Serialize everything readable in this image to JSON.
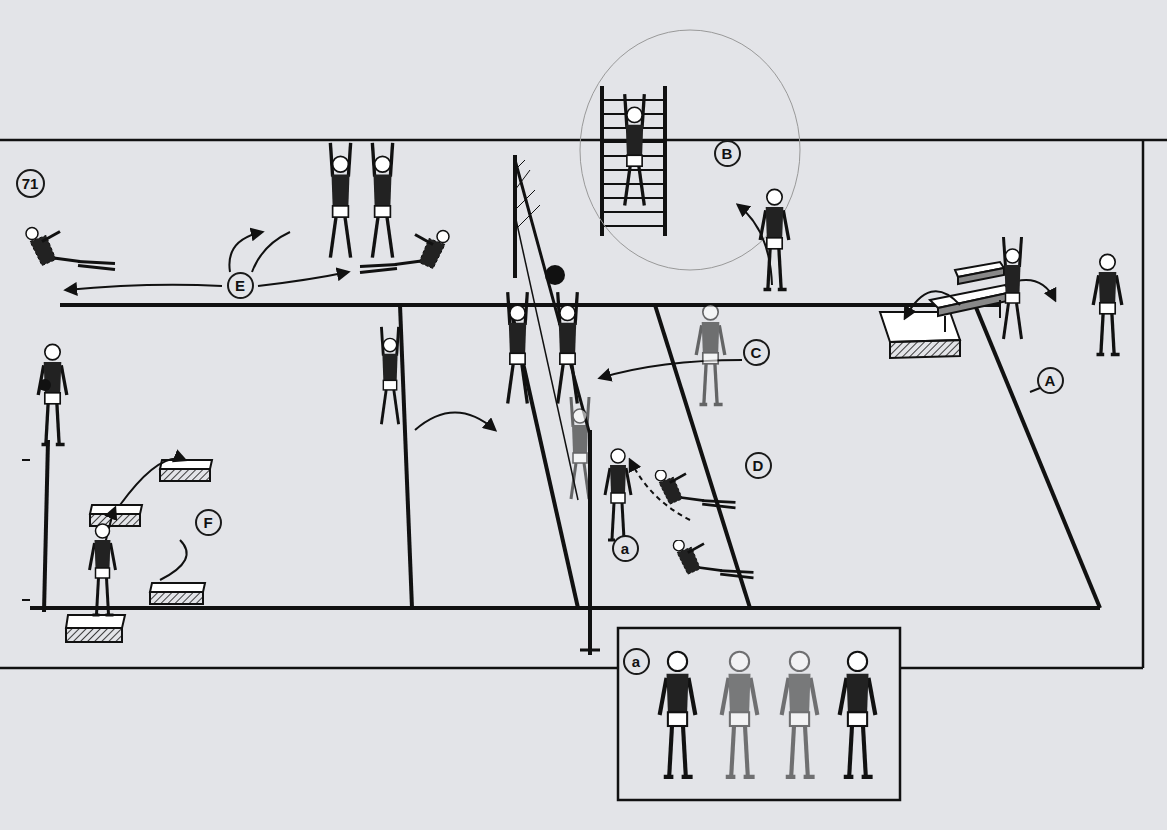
{
  "diagram": {
    "nodes": [
      {
        "text": [
          "B"
        ]
      },
      {
        "text": [
          "71"
        ]
      },
      {
        "text": [
          "E"
        ]
      },
      {
        "text": [
          "C"
        ]
      },
      {
        "text": [
          "A"
        ]
      },
      {
        "text": [
          "D"
        ]
      },
      {
        "text": [
          "F"
        ]
      },
      {
        "text": [
          "a"
        ]
      },
      {
        "text": [
          "a"
        ]
      }
    ]
  }
}
